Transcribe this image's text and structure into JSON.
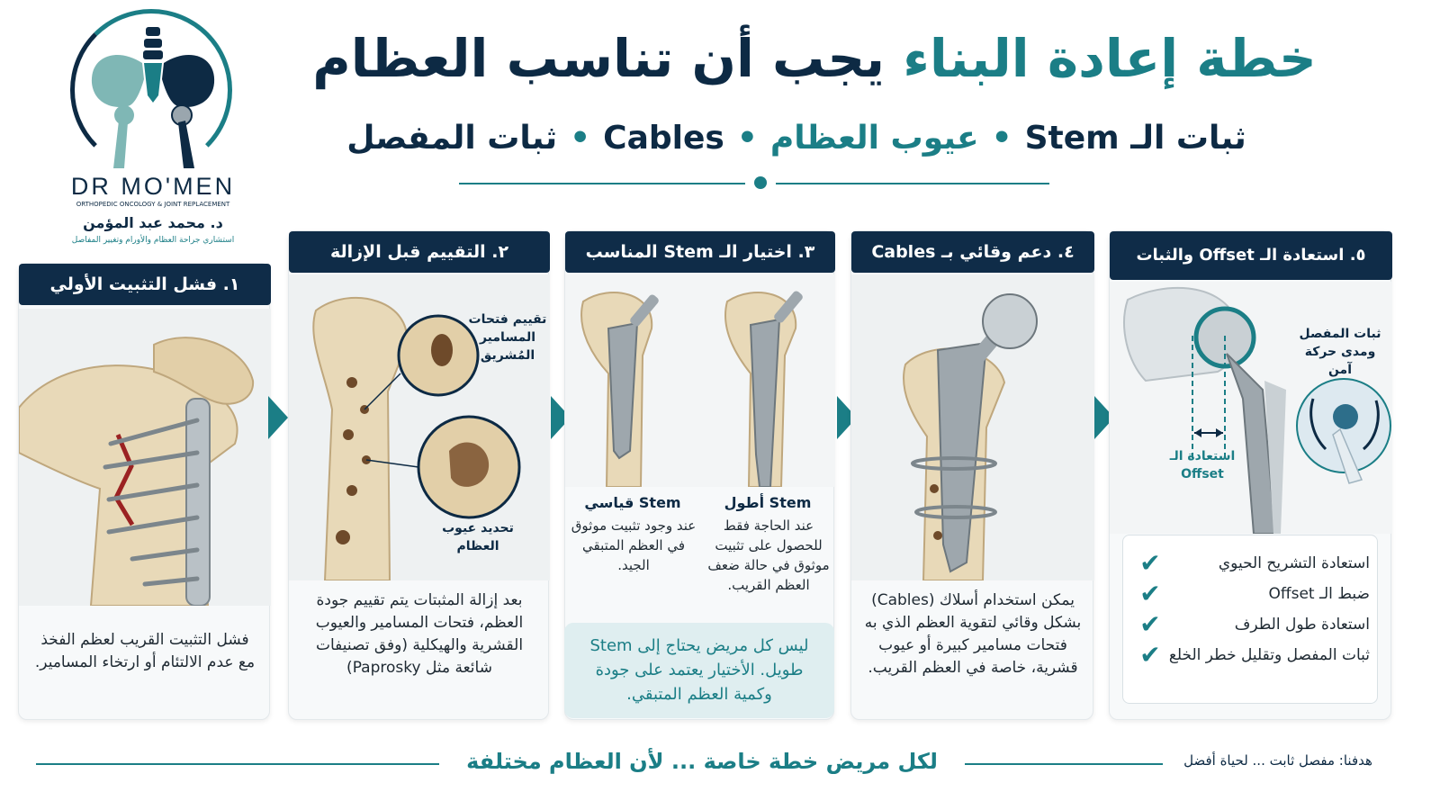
{
  "logo": {
    "name": "DR MO'MEN",
    "tagline": "ORTHOPEDIC ONCOLOGY & JOINT REPLACEMENT",
    "arabic_name": "د. محمد عبد المؤمن",
    "arabic_title": "استشاري جراحة العظام والأورام وتغيير المفاصل"
  },
  "header": {
    "title_part1": "خطة إعادة البناء",
    "title_part2": "يجب أن تناسب العظام",
    "sub_item1": "ثبات الـ Stem",
    "sub_item2": "عيوب العظام",
    "sub_item3": "Cables",
    "sub_item4": "ثبات المفصل",
    "bullet": "•"
  },
  "cards": {
    "c1": {
      "title": "١. فشل التثبيت الأولي",
      "text": "فشل التثبيت القريب لعظم الفخذ مع عدم الالتئام أو ارتخاء المسامير."
    },
    "c2": {
      "title": "٢. التقييم قبل الإزالة",
      "callout1": "تقييم فتحات المسامير المُشريق",
      "callout2": "تحديد عيوب العظام",
      "text": "بعد إزالة المثبتات يتم تقييم جودة العظم، فتحات المسامير والعيوب القشرية والهيكلية (وفق تصنيفات شائعة مثل Paprosky)"
    },
    "c3": {
      "title": "٣. اختيار الـ Stem المناسب",
      "std_label": "Stem قياسي",
      "std_desc": "عند وجود تثبيت موثوق في العظم المتبقي الجيد.",
      "long_label": "Stem أطول",
      "long_desc": "عند الحاجة فقط للحصول على تثبيت موثوق في حالة ضعف العظم القريب.",
      "note": "ليس كل مريض يحتاج إلى Stem طويل. الأختيار يعتمد على جودة وكمية العظم المتبقي."
    },
    "c4": {
      "title": "٤. دعم وقائي بـ Cables",
      "text": "يمكن استخدام أسلاك (Cables) بشكل وقائي لتقوية العظم الذي به فتحات مسامير كبيرة أو عيوب قشرية، خاصة في العظم القريب."
    },
    "c5": {
      "title": "٥. استعادة الـ Offset والثبات",
      "callout_stability": "ثبات المفصل ومدى حركة آمن",
      "callout_offset": "استعادة الـ Offset",
      "checks": [
        "استعادة التشريح الحيوي",
        "ضبط الـ Offset",
        "استعادة طول الطرف",
        "ثبات المفصل وتقليل خطر الخلع"
      ],
      "check_symbol": "✔"
    }
  },
  "footer": {
    "main": "لكل مريض خطة خاصة ... لأن العظام مختلفة",
    "side": "هدفنا: مفصل ثابت ... لحياة أفضل"
  },
  "colors": {
    "navy": "#0f2c48",
    "teal": "#1b7e86",
    "bone": "#e8d9b8"
  },
  "icons": [
    "pelvis-logo-icon",
    "arrow-right-icon",
    "check-icon"
  ]
}
